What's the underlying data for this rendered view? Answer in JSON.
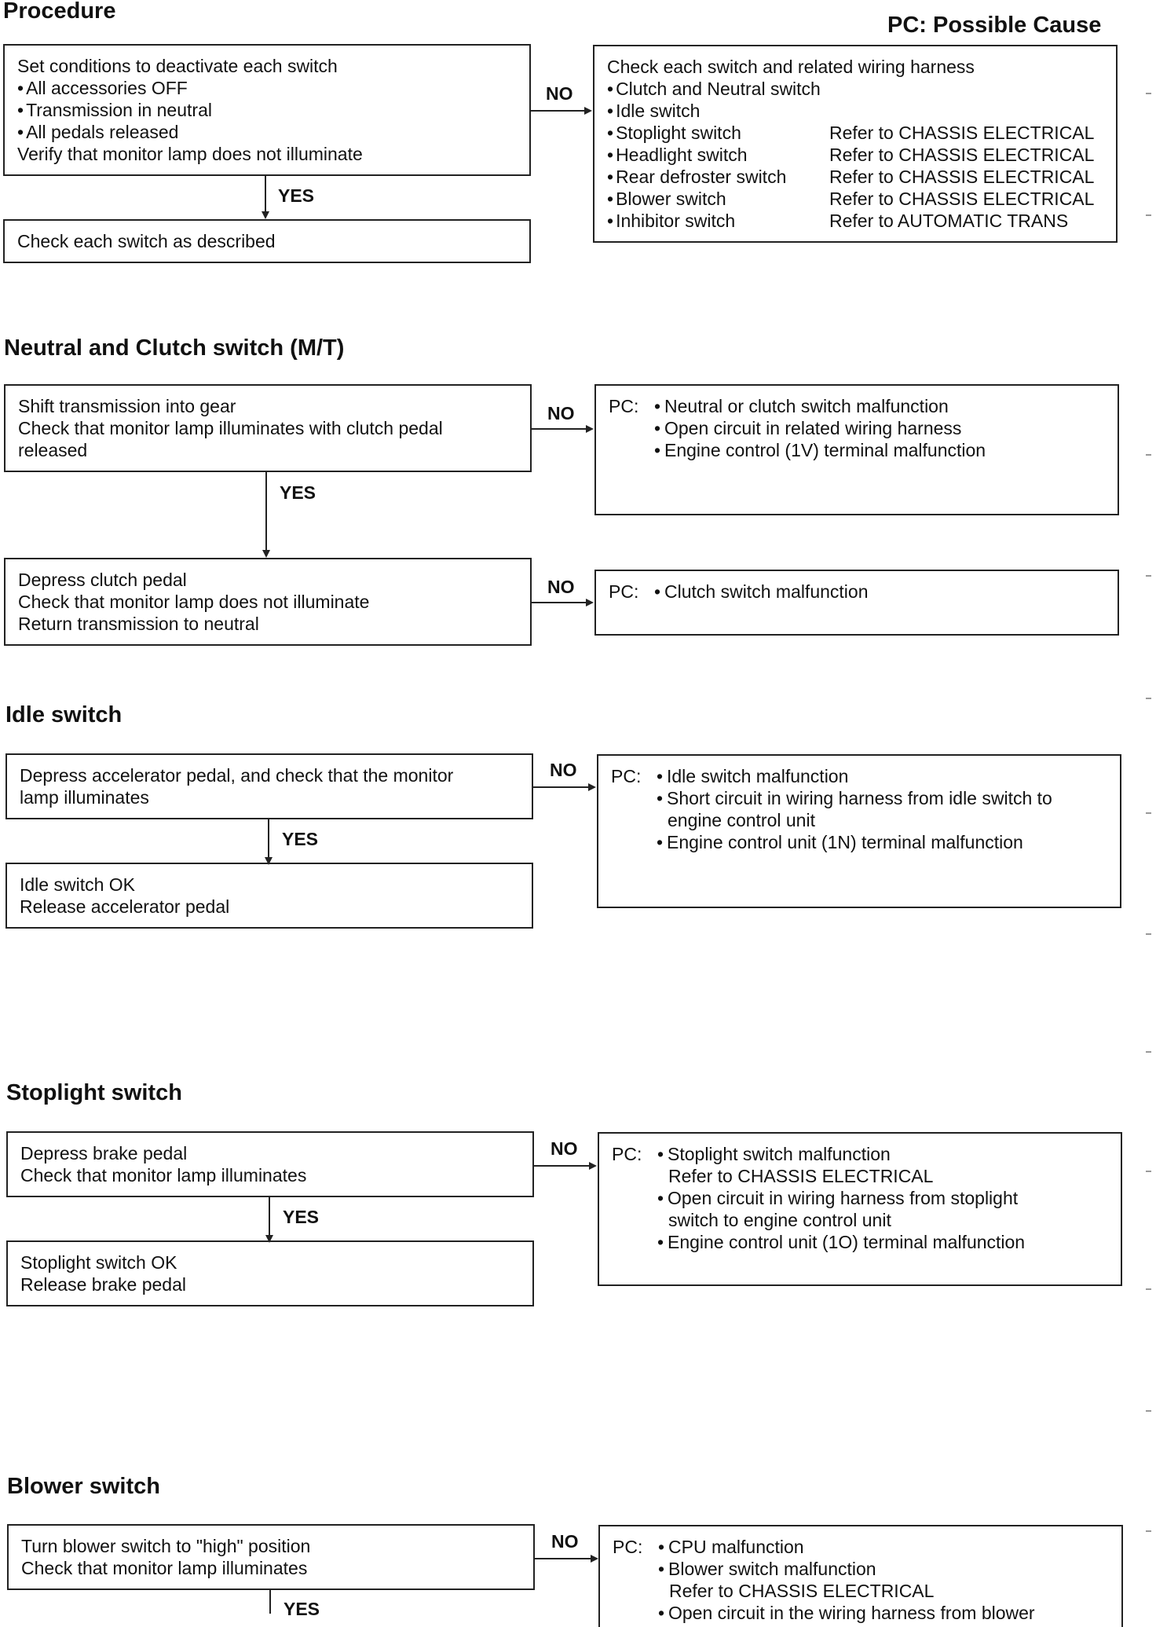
{
  "procedure": {
    "title": "Procedure",
    "pc_legend": "PC: Possible Cause",
    "step1": {
      "lines": [
        "Set conditions to deactivate each switch"
      ],
      "bullets": [
        "All accessories OFF",
        "Transmission in neutral",
        "All pedals released"
      ],
      "footer": "Verify that monitor lamp does not illuminate"
    },
    "step2": {
      "text": "Check each switch as described"
    },
    "no_label": "NO",
    "yes_label": "YES",
    "check_box": {
      "title": "Check each switch and related wiring harness",
      "switches": [
        {
          "name": "Clutch and Neutral switch",
          "ref": ""
        },
        {
          "name": "Idle switch",
          "ref": ""
        },
        {
          "name": "Stoplight switch",
          "ref": "Refer to CHASSIS ELECTRICAL"
        },
        {
          "name": "Headlight switch",
          "ref": "Refer to CHASSIS ELECTRICAL"
        },
        {
          "name": "Rear defroster switch",
          "ref": "Refer to CHASSIS ELECTRICAL"
        },
        {
          "name": "Blower switch",
          "ref": "Refer to CHASSIS ELECTRICAL"
        },
        {
          "name": "Inhibitor switch",
          "ref": "Refer to AUTOMATIC TRANS"
        }
      ]
    }
  },
  "neutral_clutch": {
    "title": "Neutral and Clutch switch (M/T)",
    "step1": "Shift transmission into gear\nCheck that monitor lamp illuminates with clutch pedal released",
    "step1_lines": [
      "Shift transmission into gear",
      "Check that monitor lamp illuminates with clutch pedal",
      "released"
    ],
    "pc1": {
      "prefix": "PC:",
      "items": [
        "Neutral or clutch switch malfunction",
        "Open circuit in related wiring harness",
        "Engine control (1V) terminal malfunction"
      ]
    },
    "step2_lines": [
      "Depress clutch pedal",
      "Check that monitor lamp does not illuminate",
      "Return transmission to neutral"
    ],
    "pc2": {
      "prefix": "PC:",
      "items": [
        "Clutch switch malfunction"
      ]
    },
    "no_label_1": "NO",
    "no_label_2": "NO",
    "yes_label": "YES"
  },
  "idle": {
    "title": "Idle switch",
    "step1_lines": [
      "Depress accelerator pedal, and check that the monitor",
      "lamp illuminates"
    ],
    "step2_lines": [
      "Idle switch OK",
      "Release accelerator pedal"
    ],
    "pc": {
      "prefix": "PC:",
      "items": [
        {
          "text": "Idle switch malfunction",
          "sub": ""
        },
        {
          "text": "Short circuit in wiring harness from idle switch to",
          "sub": "engine control unit"
        },
        {
          "text": "Engine control unit (1N) terminal malfunction",
          "sub": ""
        }
      ]
    },
    "no_label": "NO",
    "yes_label": "YES"
  },
  "stoplight": {
    "title": "Stoplight switch",
    "step1_lines": [
      "Depress brake pedal",
      "Check that monitor lamp illuminates"
    ],
    "step2_lines": [
      "Stoplight switch OK",
      "Release brake pedal"
    ],
    "pc": {
      "prefix": "PC:",
      "items": [
        {
          "text": "Stoplight switch malfunction",
          "sub": "Refer to CHASSIS ELECTRICAL"
        },
        {
          "text": "Open circuit in wiring harness from stoplight",
          "sub": "switch to engine control unit"
        },
        {
          "text": "Engine control unit (1O) terminal malfunction",
          "sub": ""
        }
      ]
    },
    "no_label": "NO",
    "yes_label": "YES"
  },
  "blower": {
    "title": "Blower switch",
    "step1_lines": [
      "Turn blower switch to \"high\" position",
      "Check that monitor lamp illuminates"
    ],
    "pc": {
      "prefix": "PC:",
      "items": [
        {
          "text": "CPU malfunction",
          "sub": ""
        },
        {
          "text": "Blower switch malfunction",
          "sub": "Refer to CHASSIS ELECTRICAL"
        },
        {
          "text": "Open circuit in the wiring harness from blower",
          "sub": ""
        }
      ]
    },
    "no_label": "NO",
    "yes_label": "YES"
  }
}
